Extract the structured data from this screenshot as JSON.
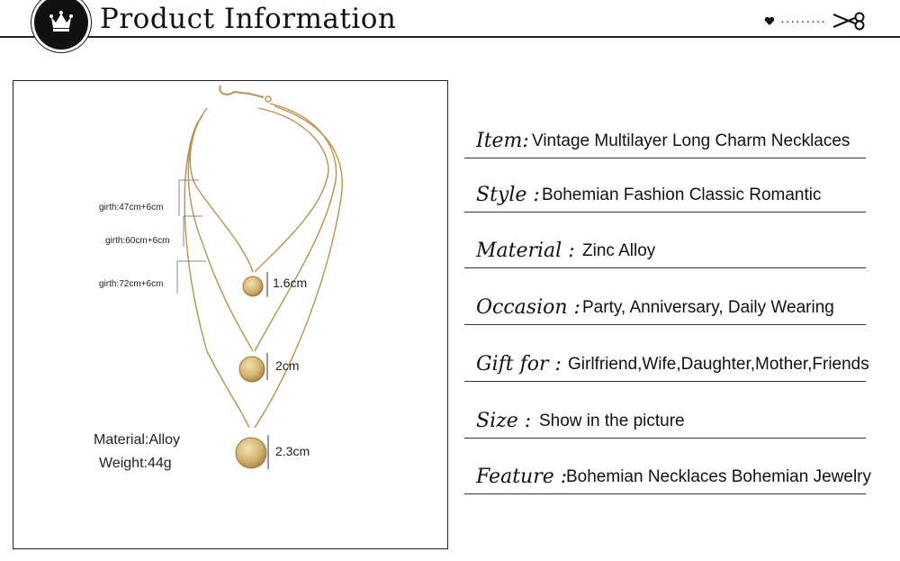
{
  "header": {
    "title": "Product Information",
    "badge_icon": "crown-icon",
    "decor_icons": [
      "heart-icon",
      "scissors-icon"
    ],
    "decor_dots": "·········"
  },
  "image": {
    "girth_labels": [
      "girth:47cm+6cm",
      "girth:60cm+6cm",
      "girth:72cm+6cm"
    ],
    "pendant_sizes": [
      "1.6cm",
      "2cm",
      "2.3cm"
    ],
    "material": "Material:Alloy",
    "weight": "Weight:44g"
  },
  "info": [
    {
      "key": "Item:",
      "value": "Vintage Multilayer Long Charm Necklaces"
    },
    {
      "key": "Style :",
      "value": "Bohemian Fashion Classic Romantic"
    },
    {
      "key": "Material :",
      "value": "Zinc Alloy"
    },
    {
      "key": "Occasion :",
      "value": "Party, Anniversary, Daily Wearing"
    },
    {
      "key": "Gift for :",
      "value": "Girlfriend,Wife,Daughter,Mother,Friends"
    },
    {
      "key": "Size :",
      "value": "Show in the picture"
    },
    {
      "key": "Feature :",
      "value": "Bohemian Necklaces Bohemian Jewelry"
    }
  ]
}
